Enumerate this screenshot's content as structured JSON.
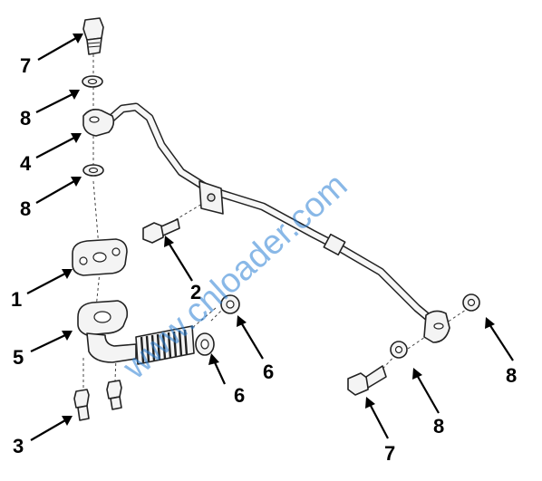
{
  "watermark": "www.cnloader.com",
  "callouts": [
    {
      "id": "c7a",
      "text": "7"
    },
    {
      "id": "c8a",
      "text": "8"
    },
    {
      "id": "c4",
      "text": "4"
    },
    {
      "id": "c8b",
      "text": "8"
    },
    {
      "id": "c1",
      "text": "1"
    },
    {
      "id": "c5",
      "text": "5"
    },
    {
      "id": "c3",
      "text": "3"
    },
    {
      "id": "c2",
      "text": "2"
    },
    {
      "id": "c6a",
      "text": "6"
    },
    {
      "id": "c6b",
      "text": "6"
    },
    {
      "id": "c8c",
      "text": "8"
    },
    {
      "id": "c8d",
      "text": "8"
    },
    {
      "id": "c7b",
      "text": "7"
    }
  ]
}
